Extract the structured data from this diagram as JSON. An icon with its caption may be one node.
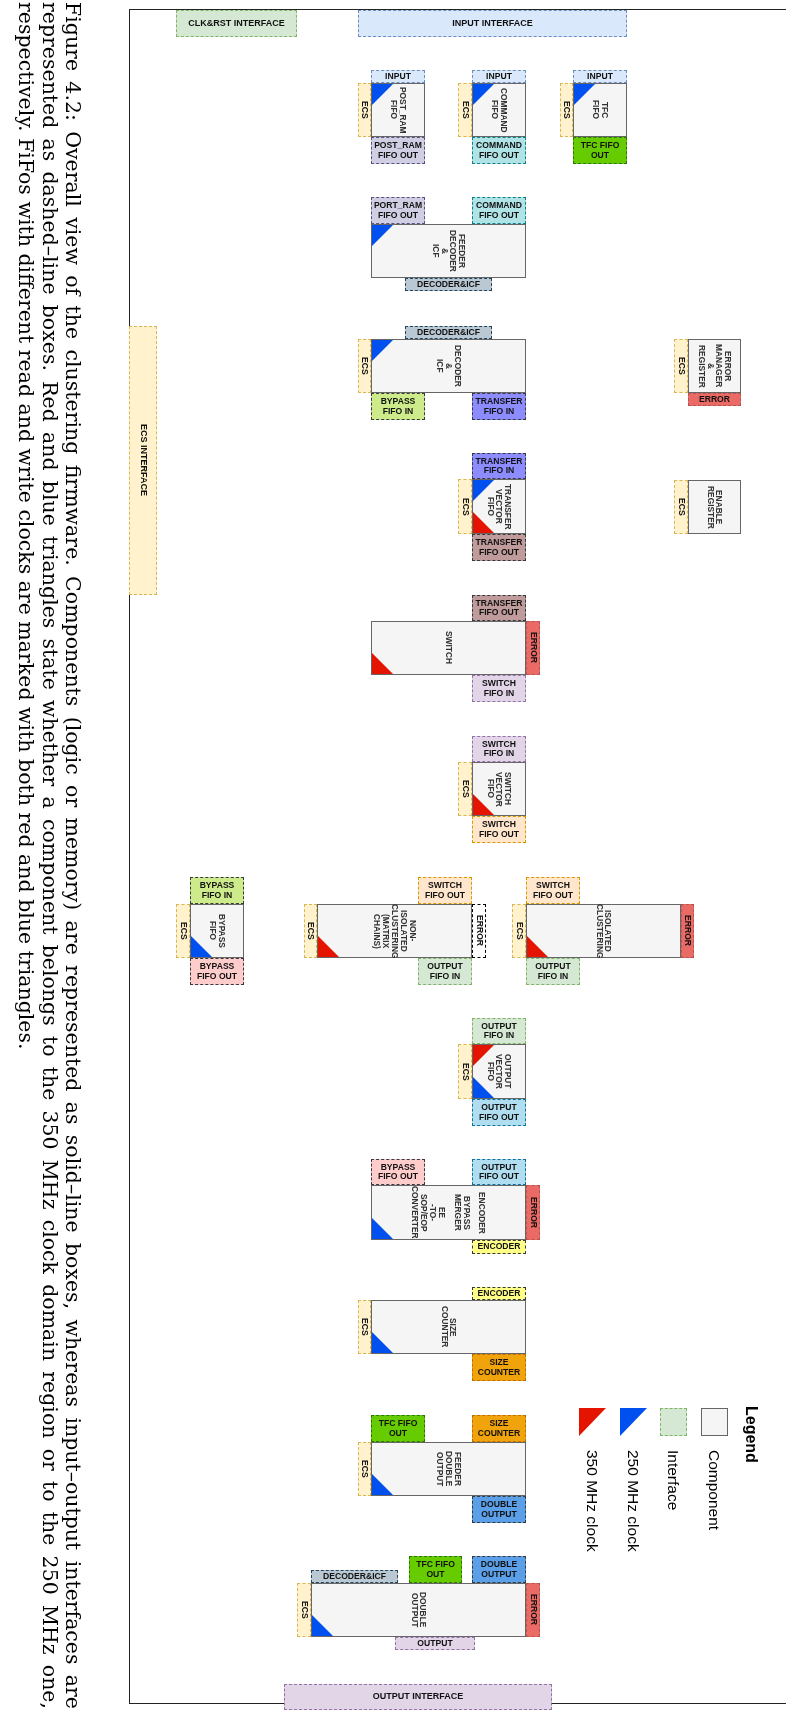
{
  "diagram": {
    "caption": "Figure 4.2: Overall view of the clustering firmware. Components (logic or memory) are represented as solid–line boxes, whereas input–output interfaces are represented as dashed–line boxes. Red and blue triangles state whether a component belongs to the 350 MHz clock domain region or to the 250 MHz one, respectively. FiFos with different read and write clocks are marked with both red and blue triangles.",
    "nodes": [
      {
        "text": [
          "CLK&RST INTERFACE"
        ]
      },
      {
        "text": [
          "INPUT INTERFACE"
        ]
      },
      {
        "text": [
          "INPUT"
        ]
      },
      {
        "text": [
          "ECS"
        ]
      },
      {
        "text": [
          "POST_RAM FIFO"
        ]
      },
      {
        "text": [
          "POST_RAM FIFO OUT"
        ]
      },
      {
        "text": [
          "INPUT"
        ]
      },
      {
        "text": [
          "ECS"
        ]
      },
      {
        "text": [
          "COMMAND FIFO"
        ]
      },
      {
        "text": [
          "COMMAND FIFO OUT"
        ]
      },
      {
        "text": [
          "INPUT"
        ]
      },
      {
        "text": [
          "ECS"
        ]
      },
      {
        "text": [
          "TFC FIFO"
        ]
      },
      {
        "text": [
          "TFC FIFO OUT"
        ]
      },
      {
        "text": [
          "PORT_RAM FIFO OUT"
        ]
      },
      {
        "text": [
          "COMMAND FIFO OUT"
        ]
      },
      {
        "text": [
          "FEEDER DECODER & ICF"
        ]
      },
      {
        "text": [
          "DECODER&ICF"
        ]
      },
      {
        "text": [
          "ECS INTERFACE"
        ]
      },
      {
        "text": [
          "DECODER&ICF"
        ]
      },
      {
        "text": [
          "ECS"
        ]
      },
      {
        "text": [
          "DECODER & ICF"
        ]
      },
      {
        "text": [
          "BYPASS FIFO IN"
        ]
      },
      {
        "text": [
          "TRANSFER FIFO IN"
        ]
      },
      {
        "text": [
          "ECS"
        ]
      },
      {
        "text": [
          "ERROR MANAGER & REGISTER"
        ]
      },
      {
        "text": [
          "ERROR"
        ]
      },
      {
        "text": [
          "TRANSFER FIFO IN"
        ]
      },
      {
        "text": [
          "ECS"
        ]
      },
      {
        "text": [
          "TRANSFER VECTOR FIFO"
        ]
      },
      {
        "text": [
          "TRANSFER FIFO OUT"
        ]
      },
      {
        "text": [
          "ECS"
        ]
      },
      {
        "text": [
          "ENABLE REGISTER"
        ]
      },
      {
        "text": [
          "TRANSFER FIFO OUT"
        ]
      },
      {
        "text": [
          "SWITCH"
        ]
      },
      {
        "text": [
          "ERROR"
        ]
      },
      {
        "text": [
          "SWITCH FIFO IN"
        ]
      },
      {
        "text": [
          "SWITCH FIFO IN"
        ]
      },
      {
        "text": [
          "ECS"
        ]
      },
      {
        "text": [
          "SWITCH VECTOR FIFO"
        ]
      },
      {
        "text": [
          "SWITCH FIFO OUT"
        ]
      },
      {
        "text": [
          "BYPASS FIFO IN"
        ]
      },
      {
        "text": [
          "ECS"
        ]
      },
      {
        "text": [
          "BYPASS FIFO"
        ]
      },
      {
        "text": [
          "BYPASS FIFO OUT"
        ]
      },
      {
        "text": [
          "SWITCH FIFO OUT"
        ]
      },
      {
        "text": [
          "ECS"
        ]
      },
      {
        "text": [
          "NON- ISOLATED CLUSTERING (MATRIX CHAINS)"
        ]
      },
      {
        "text": [
          "ERROR"
        ]
      },
      {
        "text": [
          "OUTPUT FIFO IN"
        ]
      },
      {
        "text": [
          "SWITCH FIFO OUT"
        ]
      },
      {
        "text": [
          "ECS"
        ]
      },
      {
        "text": [
          "ISOLATED CLUSTERING"
        ]
      },
      {
        "text": [
          "ERROR"
        ]
      },
      {
        "text": [
          "OUTPUT FIFO IN"
        ]
      },
      {
        "text": [
          "OUTPUT FIFO IN"
        ]
      },
      {
        "text": [
          "ECS"
        ]
      },
      {
        "text": [
          "OUTPUT VECTOR FIFO"
        ]
      },
      {
        "text": [
          "OUTPUT FIFO OUT"
        ]
      },
      {
        "text": [
          "BYPASS FIFO OUT"
        ]
      },
      {
        "text": [
          "OUTPUT FIFO OUT"
        ]
      },
      {
        "text": [
          "ENCODER",
          "BYPASS MERGER",
          "EE -TO- SOP/EOP CONVERTER"
        ]
      },
      {
        "text": [
          "ERROR"
        ]
      },
      {
        "text": [
          "ENCODER"
        ]
      },
      {
        "text": [
          "ENCODER"
        ]
      },
      {
        "text": [
          "ECS"
        ]
      },
      {
        "text": [
          "SIZE COUNTER"
        ]
      },
      {
        "text": [
          "SIZE COUNTER"
        ]
      },
      {
        "text": [
          "TFC FIFO OUT"
        ]
      },
      {
        "text": [
          "SIZE COUNTER"
        ]
      },
      {
        "text": [
          "ECS"
        ]
      },
      {
        "text": [
          "FEEDER DOUBLE OUTPUT"
        ]
      },
      {
        "text": [
          "DOUBLE OUTPUT"
        ]
      },
      {
        "text": [
          "DECODER&ICF"
        ]
      },
      {
        "text": [
          "TFC FIFO OUT"
        ]
      },
      {
        "text": [
          "DOUBLE OUTPUT"
        ]
      },
      {
        "text": [
          "ECS"
        ]
      },
      {
        "text": [
          "DOUBLE OUTPUT"
        ]
      },
      {
        "text": [
          "ERROR"
        ]
      },
      {
        "text": [
          "OUTPUT"
        ]
      },
      {
        "text": [
          "OUTPUT INTERFACE"
        ]
      }
    ],
    "labels": [
      "Legend"
    ],
    "legend": [
      {
        "text": "Component",
        "color": "#f5f5f5"
      },
      {
        "text": "Interface",
        "color": "#d5e8d4"
      },
      {
        "text": "250 MHz clock",
        "color": "#0050ef"
      },
      {
        "text": "350 MHz clock",
        "color": "#e51400"
      }
    ]
  }
}
